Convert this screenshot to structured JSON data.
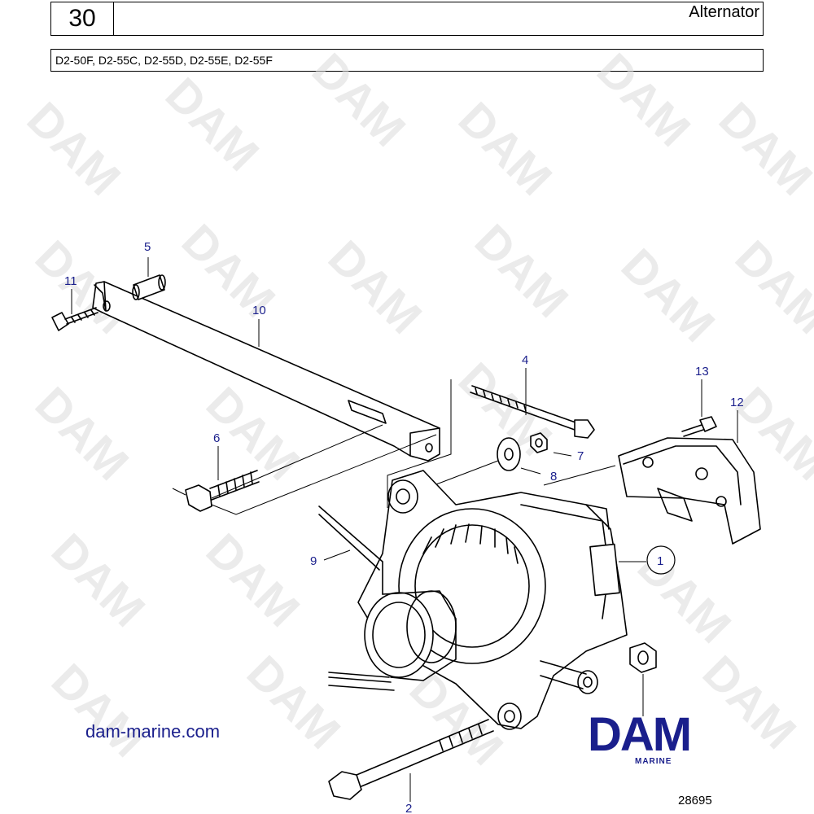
{
  "header": {
    "section_number": "30",
    "title": "Alternator",
    "models": "D2-50F, D2-55C, D2-55D, D2-55E, D2-55F"
  },
  "watermark": "DAM",
  "callouts": [
    {
      "id": "1",
      "label": "1"
    },
    {
      "id": "2",
      "label": "2"
    },
    {
      "id": "4",
      "label": "4"
    },
    {
      "id": "5",
      "label": "5"
    },
    {
      "id": "6",
      "label": "6"
    },
    {
      "id": "7",
      "label": "7"
    },
    {
      "id": "8",
      "label": "8"
    },
    {
      "id": "9",
      "label": "9"
    },
    {
      "id": "10",
      "label": "10"
    },
    {
      "id": "11",
      "label": "11"
    },
    {
      "id": "12",
      "label": "12"
    },
    {
      "id": "13",
      "label": "13"
    }
  ],
  "footer": {
    "website": "dam-marine.com",
    "logo_text": "DAM",
    "logo_subtext": "MARINE",
    "drawing_number": "28695"
  },
  "colors": {
    "accent": "#1a1f8c",
    "line": "#000000",
    "watermark": "#dcdcdc"
  }
}
